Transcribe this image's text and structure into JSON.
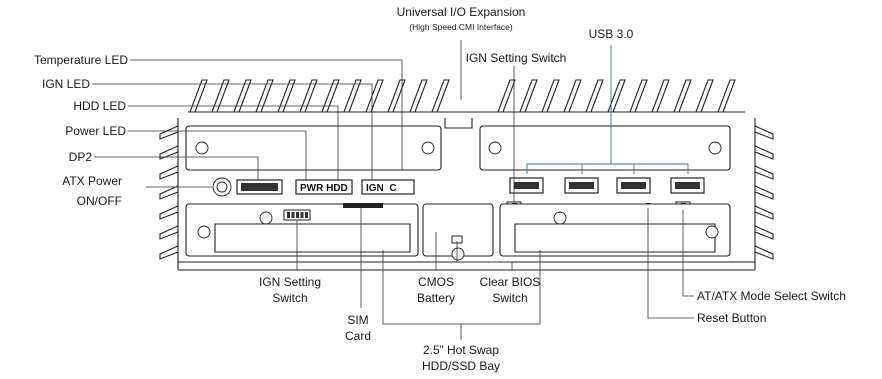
{
  "labels": {
    "universal_io": "Universal I/O Expansion",
    "universal_io_sub": "(High Speed CMI Interface)",
    "usb30": "USB 3.0",
    "ign_setting_switch_top": "IGN Setting Switch",
    "temperature_led": "Temperature LED",
    "ign_led": "IGN LED",
    "hdd_led": "HDD LED",
    "power_led": "Power LED",
    "dp2": "DP2",
    "atx_power": "ATX Power",
    "on_off": "ON/OFF",
    "ign_setting_bottom_1": "IGN Setting",
    "ign_setting_bottom_2": "Switch",
    "cmos_1": "CMOS",
    "cmos_2": "Battery",
    "clear_bios_1": "Clear BIOS",
    "clear_bios_2": "Switch",
    "sim_1": "SIM",
    "sim_2": "Card",
    "hotswap_1": "2.5” Hot Swap",
    "hotswap_2": "HDD/SSD Bay",
    "atx_mode": "AT/ATX Mode Select Switch",
    "reset_button": "Reset Button"
  },
  "panel_text": {
    "pwr_hdd": "PWR HDD",
    "ign_c": "IGN  C"
  }
}
